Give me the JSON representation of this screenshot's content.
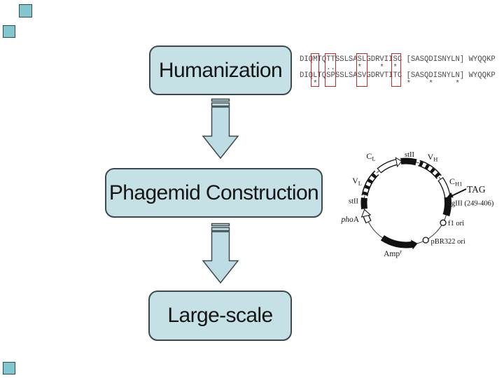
{
  "slide": {
    "background": "#ffffff",
    "accent_square_color": "#84c6ce"
  },
  "flow": {
    "box_fill": "#c6e1e6",
    "box_border": "#3c4a50",
    "arrow_fill": "#bedce3",
    "boxes": [
      {
        "label": "Humanization"
      },
      {
        "label": "Phagemid Construction"
      },
      {
        "label": "Large-scale"
      }
    ]
  },
  "alignment": {
    "text_color": "#4a4a4a",
    "highlight_color": "#c62828",
    "line1": "DIQMTQTTSSLSASLGDRVIISC [SASQDISNYLN] WYQQKP",
    "marks1": "      ..     *    *  *",
    "line2": "DIQLTQSPSSLSASVGDRVTITC [SASQDISNYLN] WYQQKP",
    "marks2": "   *                    *    *     *"
  },
  "plasmid": {
    "cl": {
      "main": "C",
      "sub": "L"
    },
    "stii_top": "stII",
    "vh": {
      "main": "V",
      "sub": "H"
    },
    "ch1": {
      "main": "C",
      "sub": "H1"
    },
    "tag": "TAG",
    "giii": "gIII (249-406)",
    "f1_ori": "f1 ori",
    "pbr322_ori": "pBR322 ori",
    "amp": {
      "main": "Amp",
      "sup": "r"
    },
    "phoa": {
      "italic": "pho",
      "rest": "A"
    },
    "stii_left": "stII",
    "vl": {
      "main": "V",
      "sub": "L"
    }
  }
}
